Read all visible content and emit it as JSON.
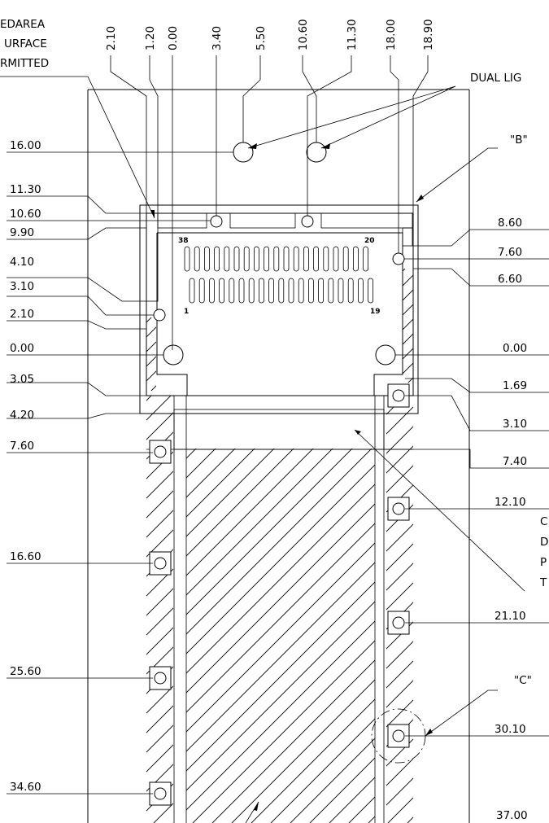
{
  "notes": {
    "keepout_line1": "EDAREA",
    "keepout_line2": "URFACE",
    "keepout_line3": "RMITTED",
    "dual_light": "DUAL LIG",
    "detail_b": "\"B\"",
    "detail_c": "\"C\"",
    "side_text": [
      "C",
      "D",
      "P",
      "T"
    ]
  },
  "pin_numbers": {
    "p38": "38",
    "p20": "20",
    "p1": "1",
    "p19": "19"
  },
  "top_dims": [
    "2.10",
    "1.20",
    "0.00",
    "3.40",
    "5.50",
    "10.60",
    "11.30",
    "18.00",
    "18.90"
  ],
  "left_dims": [
    "16.00",
    "11.30",
    "10.60",
    "9.90",
    "4.10",
    "3.10",
    "2.10",
    "0.00",
    "3.05",
    "4.20",
    "7.60",
    "16.60",
    "25.60",
    "34.60"
  ],
  "right_dims": [
    "8.60",
    "7.60",
    "6.60",
    "0.00",
    "1.69",
    "3.10",
    "7.40",
    "12.10",
    "21.10",
    "30.10",
    "37.00"
  ]
}
